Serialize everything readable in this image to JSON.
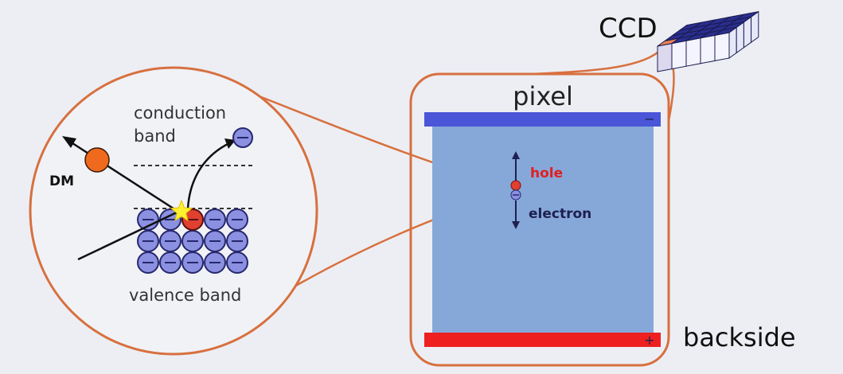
{
  "colors": {
    "background": "#edeef3",
    "outline": "#d7703f",
    "pixel_fill": "#86a8d9",
    "top_electrode": "#4a55d8",
    "bottom_electrode": "#ee2020",
    "electron_fill": "#8c90e0",
    "electron_stroke": "#26286e",
    "hole_fill": "#e04030",
    "dm_fill": "#f06a1e",
    "star": "#fff030",
    "ccd_top": "#2a2e8e",
    "ccd_side": "#f4f4ff",
    "ccd_highlight": "#e88050",
    "hole_text": "#e02020",
    "label_dark": "#1e2050",
    "text": "#222222"
  },
  "labels": {
    "ccd": "CCD",
    "pixel": "pixel",
    "backside": "backside",
    "conduction_band_line1": "conduction",
    "conduction_band_line2": "band",
    "valence_band": "valence band",
    "dm": "DM",
    "hole": "hole",
    "electron": "electron",
    "minus_sign": "−",
    "plus_sign": "+"
  }
}
